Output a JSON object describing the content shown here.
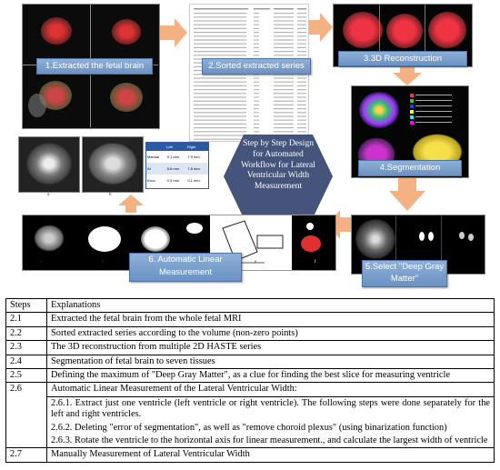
{
  "figure": {
    "center_title": [
      "Step by Step Design",
      "for Automated",
      "Workflow for Lateral",
      "Ventricular Width",
      "Measurement"
    ],
    "step_labels": {
      "s1": "1.Extracted the fetal brain",
      "s2": "2.Sorted extracted series",
      "s3": "3.3D Reconstruction",
      "s4": "4.Segmentation",
      "s5_line1": "5.Select \"Deep Gray",
      "s5_line2": "Matter\"",
      "s6_line1": "6. Automatic Linear",
      "s6_line2": "Measurement"
    },
    "thumb_labels": [
      "a",
      "b"
    ],
    "strip_labels": [
      "a",
      "b",
      "c",
      "d",
      "e",
      "f"
    ],
    "mini_table": {
      "headers": [
        "",
        "Left",
        "Right"
      ],
      "rows": [
        [
          "Manual",
          "9.1 mm",
          "7.9 mm"
        ],
        [
          "AI",
          "8.8 mm",
          "7.8 mm"
        ],
        [
          "Error",
          "0.3 mm",
          "0.1 mm"
        ]
      ]
    },
    "colors": {
      "arrow": "#f4b183",
      "label_bg": "#6a92c4",
      "hex": "#44547a"
    }
  },
  "table": {
    "header": {
      "step": "Steps",
      "explanation": "Explanations"
    },
    "rows": [
      {
        "step": "2.1",
        "text": "Extracted the fetal brain from the whole fetal MRI"
      },
      {
        "step": "2.2",
        "text": "Sorted extracted series according to the volume (non-zero points)"
      },
      {
        "step": "2.3",
        "text": "The 3D reconstruction from multiple 2D HASTE series"
      },
      {
        "step": "2.4",
        "text": "Segmentation of fetal brain to seven tissues"
      },
      {
        "step": "2.5",
        "text": "Defining the maximum of \"Deep Gray Matter\", as a clue for finding the best slice for measuring ventricle"
      },
      {
        "step": "2.6",
        "text": "Automatic Linear Measurement of the Lateral Ventricular Width:"
      },
      {
        "step": "",
        "text": "2.6.1. Extract just one ventricle (left ventricle or right ventricle). The following steps were done separately for the left and right ventricles."
      },
      {
        "step": "",
        "text": "2.6.2. Deleting \"error of segmentation\", as well as \"remove choroid plexus\" (using binarization function)"
      },
      {
        "step": "",
        "text": "2.6.3. Rotate the ventricle to the horizontal axis for linear measurement., and calculate the largest width of ventricle"
      },
      {
        "step": "2.7",
        "text": "Manually Measurement of Lateral Ventricular Width"
      }
    ]
  }
}
